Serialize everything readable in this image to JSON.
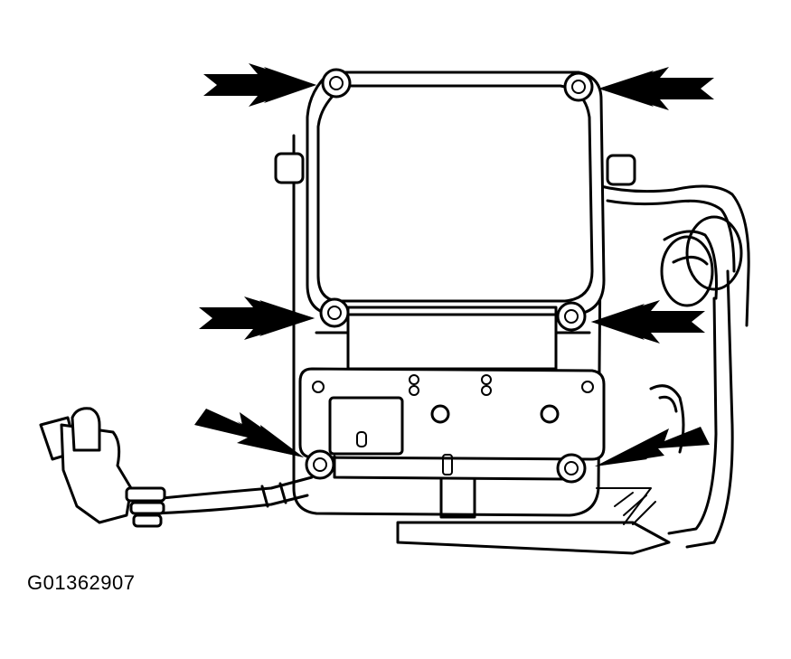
{
  "figure": {
    "id_label": "G01362907",
    "subject": "module",
    "fastener_count": 6,
    "ink_color": "#000000",
    "background_color": "#ffffff"
  },
  "icons": {
    "arrow": "arrow-icon",
    "bolt": "torx-bolt-icon",
    "connector": "connector-icon"
  }
}
